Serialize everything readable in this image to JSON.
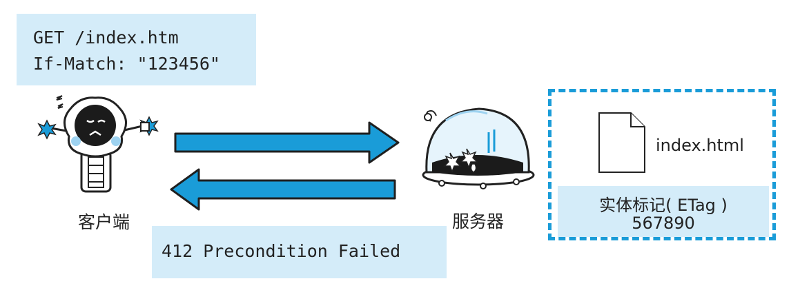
{
  "request": {
    "line1": "GET /index.htm",
    "line2": "If-Match: \"123456\""
  },
  "client": {
    "label": "客户端"
  },
  "server": {
    "label": "服务器"
  },
  "response": {
    "status": "412 Precondition Failed"
  },
  "resource": {
    "filename": "index.html",
    "etag_label": "实体标记( ETag )",
    "etag_value": "567890"
  },
  "colors": {
    "accent": "#1a9cd8",
    "arrow": "#1a9cd8",
    "box_fill": "#d4ecf9"
  },
  "icons": [
    "client-robot-icon",
    "server-dome-icon",
    "document-icon",
    "arrow-right-icon",
    "arrow-left-icon"
  ]
}
